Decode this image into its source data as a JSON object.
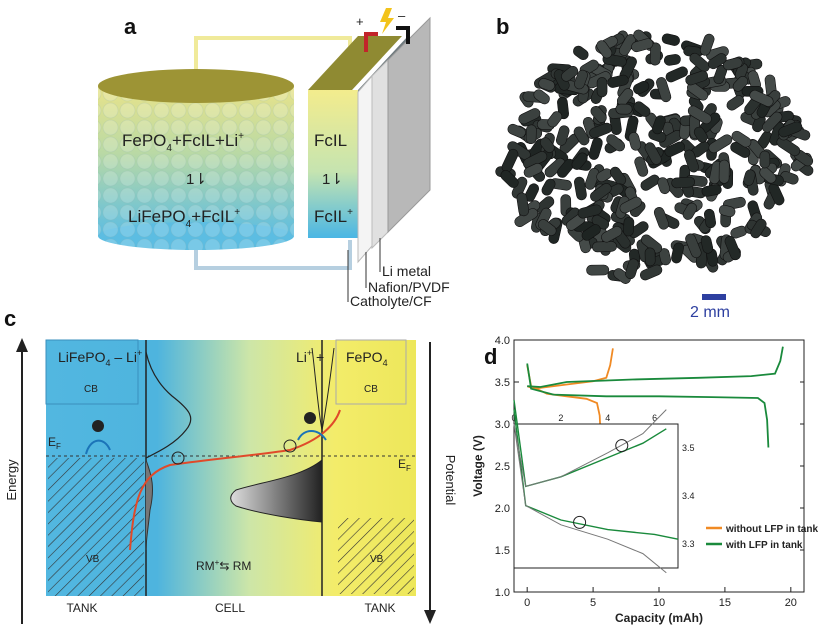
{
  "panels": {
    "a": {
      "label": "a",
      "tank_top": "FePO",
      "tank_top_sub": "4",
      "tank_top_rest": "+FcIL+Li",
      "tank_top_sup": "+",
      "tank_arrows": "1⇂",
      "tank_bottom": "LiFePO",
      "tank_bottom_sub": "4",
      "tank_bottom_rest": "+FcIL",
      "tank_bottom_sup": "+",
      "cell_top": "FcIL",
      "cell_arrows": "1⇂",
      "cell_bottom": "FcIL",
      "cell_bottom_sup": "+",
      "plus": "+",
      "minus": "–",
      "layers": [
        "Li metal",
        "Nafion/PVDF",
        "Catholyte/CF"
      ]
    },
    "b": {
      "label": "b",
      "scale_text": "2 mm"
    },
    "c": {
      "label": "c",
      "left_compound": "LiFePO",
      "left_sub": "4",
      "left_li": "– Li",
      "left_li_sup": "+",
      "right_li": "Li",
      "right_li_sup": "+",
      "right_plus": " +",
      "right_compound": "FePO",
      "right_sub": "4",
      "cb": "CB",
      "vb": "VB",
      "ef": "E",
      "ef_sub": "F",
      "energy": "Energy",
      "potential": "Potential",
      "rm": "RM",
      "rm_sup": "+",
      "rm_rest": "⇆ RM",
      "tank_left": "TANK",
      "cell": "CELL",
      "tank_right": "TANK"
    },
    "d": {
      "label": "d"
    }
  },
  "chart_data": {
    "type": "line",
    "xlabel": "Capacity (mAh)",
    "ylabel": "Voltage (V)",
    "xlim": [
      -1,
      21
    ],
    "ylim": [
      1.0,
      4.0
    ],
    "xticks": [
      "0",
      "5",
      "10",
      "15",
      "20"
    ],
    "yticks": [
      "1.0",
      "1.5",
      "2.0",
      "2.5",
      "3.0",
      "3.5",
      "4.0"
    ],
    "legend_position": "inside-inset-right",
    "series": [
      {
        "name": "without LFP in tank",
        "color": "#f08a24",
        "charge": [
          [
            0.0,
            3.45
          ],
          [
            0.5,
            3.42
          ],
          [
            1.5,
            3.44
          ],
          [
            3,
            3.47
          ],
          [
            5,
            3.51
          ],
          [
            6,
            3.55
          ],
          [
            6.3,
            3.7
          ],
          [
            6.5,
            3.9
          ]
        ],
        "discharge": [
          [
            0.0,
            3.7
          ],
          [
            0.3,
            3.45
          ],
          [
            1.5,
            3.36
          ],
          [
            3,
            3.33
          ],
          [
            4.5,
            3.3
          ],
          [
            5.3,
            3.25
          ],
          [
            5.5,
            3.1
          ],
          [
            5.6,
            2.75
          ]
        ]
      },
      {
        "name": "with LFP in tank",
        "color": "#1a8a3c",
        "charge": [
          [
            0.0,
            3.45
          ],
          [
            1,
            3.44
          ],
          [
            3,
            3.5
          ],
          [
            8,
            3.53
          ],
          [
            13,
            3.55
          ],
          [
            17,
            3.57
          ],
          [
            18.8,
            3.6
          ],
          [
            19.2,
            3.75
          ],
          [
            19.4,
            3.92
          ]
        ],
        "discharge": [
          [
            0.0,
            3.72
          ],
          [
            0.3,
            3.42
          ],
          [
            2,
            3.35
          ],
          [
            6,
            3.33
          ],
          [
            10,
            3.33
          ],
          [
            14,
            3.32
          ],
          [
            17.5,
            3.31
          ],
          [
            18,
            3.25
          ],
          [
            18.2,
            3.05
          ],
          [
            18.3,
            2.72
          ]
        ]
      }
    ],
    "inset": {
      "xticks": [
        "0",
        "2",
        "4",
        "6"
      ],
      "yticks": [
        "3.3",
        "3.4",
        "3.5"
      ]
    }
  }
}
